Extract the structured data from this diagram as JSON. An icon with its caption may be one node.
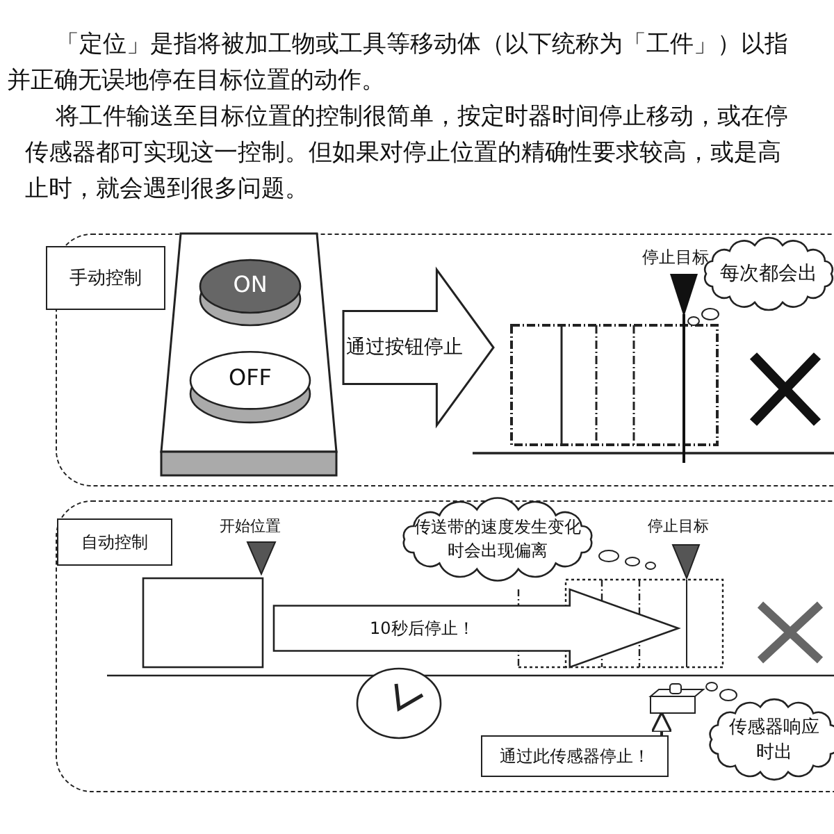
{
  "diagram": {
    "nodes": [
      {
        "text": [],
        "shape": "box"
      },
      {
        "text": [
          "手动控制"
        ],
        "in": 0
      },
      {
        "text": [
          "ON"
        ],
        "in": 0
      },
      {
        "text": [
          "OFF"
        ],
        "in": 0
      },
      {
        "text": [
          "通过按钮停止"
        ],
        "in": 0
      },
      {
        "text": [
          "每次都会出"
        ],
        "in": 0
      },
      {
        "text": [],
        "shape": "box"
      },
      {
        "text": [
          "自动控制"
        ],
        "in": 6
      },
      {
        "text": [
          "10秒后停止！"
        ],
        "in": 6
      },
      {
        "text": [
          "传送带的速度发生变化时会出现偏离"
        ],
        "in": 6
      },
      {
        "text": [
          "通过此传感器停止！"
        ],
        "in": 6
      },
      {
        "text": [
          "传感器响应时出"
        ],
        "in": 6
      },
      {
        "text": [],
        "shape": "box",
        "in": 6
      }
    ],
    "edges": [
      {
        "from": 10,
        "to": 12,
        "arrow": "to"
      }
    ],
    "labels": [
      "「定位」是指将被加工物或工具等移动体（以下统称为「工件」）以指",
      "并正确无误地停在目标位置的动作。",
      "将工件输送至目标位置的控制很简单，按定时器时间停止移动，或在停",
      "传感器都可实现这一控制。但如果对停止位置的精确性要求较高，或是高",
      "止时，就会遇到很多问题。",
      "停止目标",
      "开始位置",
      "停止目标"
    ]
  }
}
